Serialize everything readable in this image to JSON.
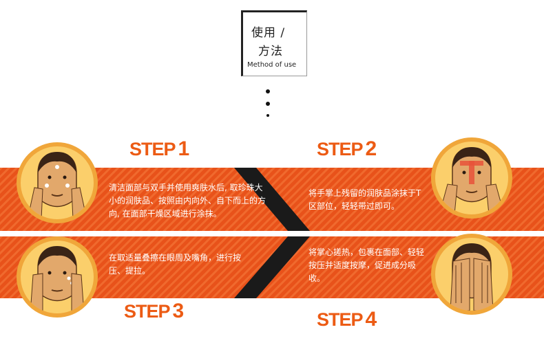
{
  "header": {
    "title_line1": "使用 /",
    "title_line2": "方法",
    "title_en": "Method of use"
  },
  "steps": [
    {
      "label": "STEP",
      "number": "1",
      "text": "清洁面部与双手并使用爽肤水后, 取珍珠大小的润肤品、按照由内向外、自下而上的方向, 在面部干燥区域进行涂抹。"
    },
    {
      "label": "STEP",
      "number": "2",
      "text": "将手掌上残留的润肤品涂抹于T区部位，轻轻带过即可。"
    },
    {
      "label": "STEP",
      "number": "3",
      "text": "在取适量叠擦在眼周及嘴角，进行按压、提拉。"
    },
    {
      "label": "STEP",
      "number": "4",
      "text": "将掌心搓热，包裹在面部、轻轻按压并适度按摩，促进成分吸收。"
    }
  ],
  "colors": {
    "accent": "#ec5b14",
    "band": "#e8521a",
    "band_stripe": "#f06a2e",
    "avatar_fill": "#fbcf6b",
    "avatar_ring": "#f0a63a"
  }
}
